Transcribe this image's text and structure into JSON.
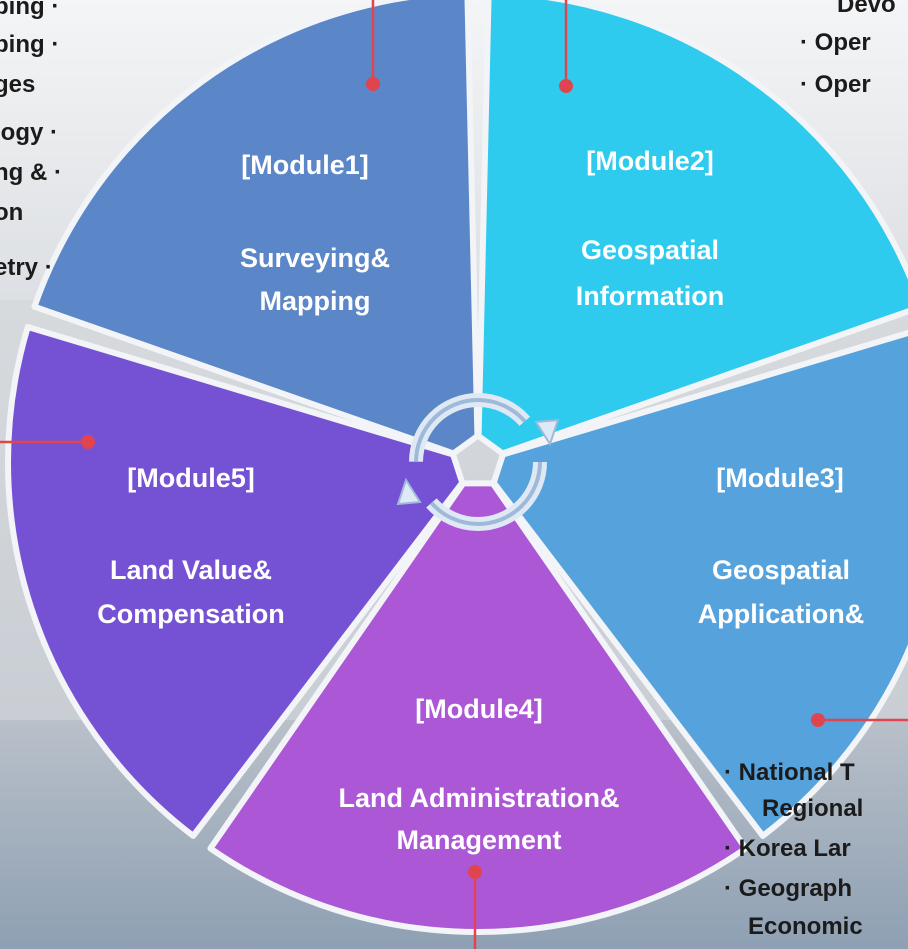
{
  "modules": [
    {
      "id": "module1",
      "title": "[Module1]",
      "name_lines": [
        "Surveying&",
        "Mapping"
      ],
      "color": "#5b86c8"
    },
    {
      "id": "module2",
      "title": "[Module2]",
      "name_lines": [
        "Geospatial",
        "Information"
      ],
      "color": "#2ecbef"
    },
    {
      "id": "module3",
      "title": "[Module3]",
      "name_lines": [
        "Geospatial",
        "Application&"
      ],
      "color": "#55a2dc"
    },
    {
      "id": "module4",
      "title": "[Module4]",
      "name_lines": [
        "Land Administration&",
        "Management"
      ],
      "color": "#ac58d6"
    },
    {
      "id": "module5",
      "title": "[Module5]",
      "name_lines": [
        "Land Value&",
        "Compensation"
      ],
      "color": "#7552d4"
    }
  ],
  "side_text": {
    "left_top": [
      "ping ·",
      "ping ·",
      "ges",
      "logy ·",
      "ng & ·",
      "on",
      "etry ·"
    ],
    "right_top": [
      "Devo",
      "· Oper",
      "· Oper"
    ],
    "bottom_right": [
      "· National T",
      "Regional",
      "· Korea Lar",
      "· Geograph",
      "Economic"
    ]
  },
  "colors": {
    "connector": "#e0454f",
    "cycle_icon": "#dfe9f5",
    "cycle_icon_fill": "#9fb9d8"
  }
}
